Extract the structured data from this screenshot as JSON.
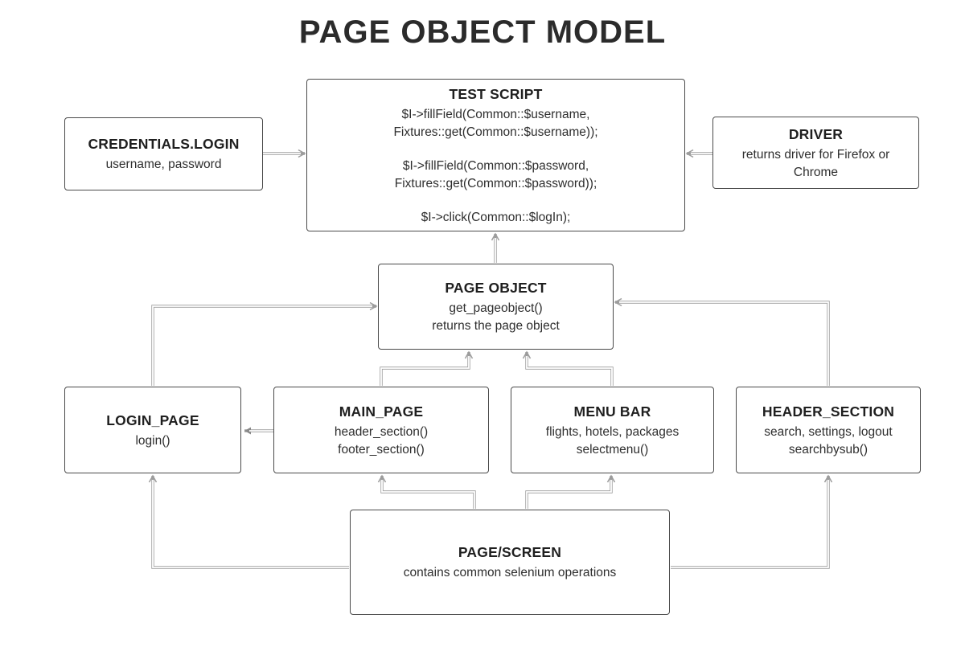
{
  "title": "PAGE OBJECT MODEL",
  "nodes": {
    "credentials_login": {
      "title": "CREDENTIALS.LOGIN",
      "lines": [
        "username, password"
      ]
    },
    "test_script": {
      "title": "TEST SCRIPT",
      "lines": [
        "$I->fillField(Common::$username,",
        "Fixtures::get(Common::$username));",
        "$I->fillField(Common::$password,",
        "Fixtures::get(Common::$password));",
        "$I->click(Common::$logIn);"
      ]
    },
    "driver": {
      "title": "DRIVER",
      "lines": [
        "returns driver for Firefox or Chrome"
      ]
    },
    "page_object": {
      "title": "PAGE OBJECT",
      "lines": [
        "get_pageobject()",
        "returns the page object"
      ]
    },
    "login_page": {
      "title": "LOGIN_PAGE",
      "lines": [
        "login()"
      ]
    },
    "main_page": {
      "title": "MAIN_PAGE",
      "lines": [
        "header_section()",
        "footer_section()"
      ]
    },
    "menu_bar": {
      "title": "MENU BAR",
      "lines": [
        "flights, hotels, packages",
        "selectmenu()"
      ]
    },
    "header_section": {
      "title": "HEADER_SECTION",
      "lines": [
        "search, settings, logout",
        "searchbysub()"
      ]
    },
    "page_screen": {
      "title": "PAGE/SCREEN",
      "lines": [
        "contains common selenium operations"
      ]
    }
  }
}
